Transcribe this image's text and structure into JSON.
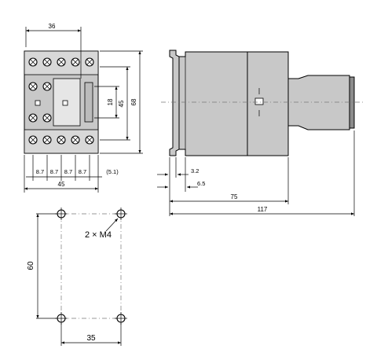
{
  "front_view": {
    "width_top": "36",
    "height_total": "68",
    "height_inner": "45",
    "height_small": "18",
    "pitch_1": "8.7",
    "pitch_2": "8.7",
    "pitch_3": "8.7",
    "pitch_4": "8.7",
    "offset": "(5.1)",
    "width_bottom": "45"
  },
  "side_view": {
    "rail_offset": "3.2",
    "mount_offset": "6.5",
    "depth_body": "75",
    "depth_total": "117"
  },
  "mounting": {
    "screw_label": "2 × M4",
    "vertical_spacing": "60",
    "horizontal_spacing": "35"
  }
}
